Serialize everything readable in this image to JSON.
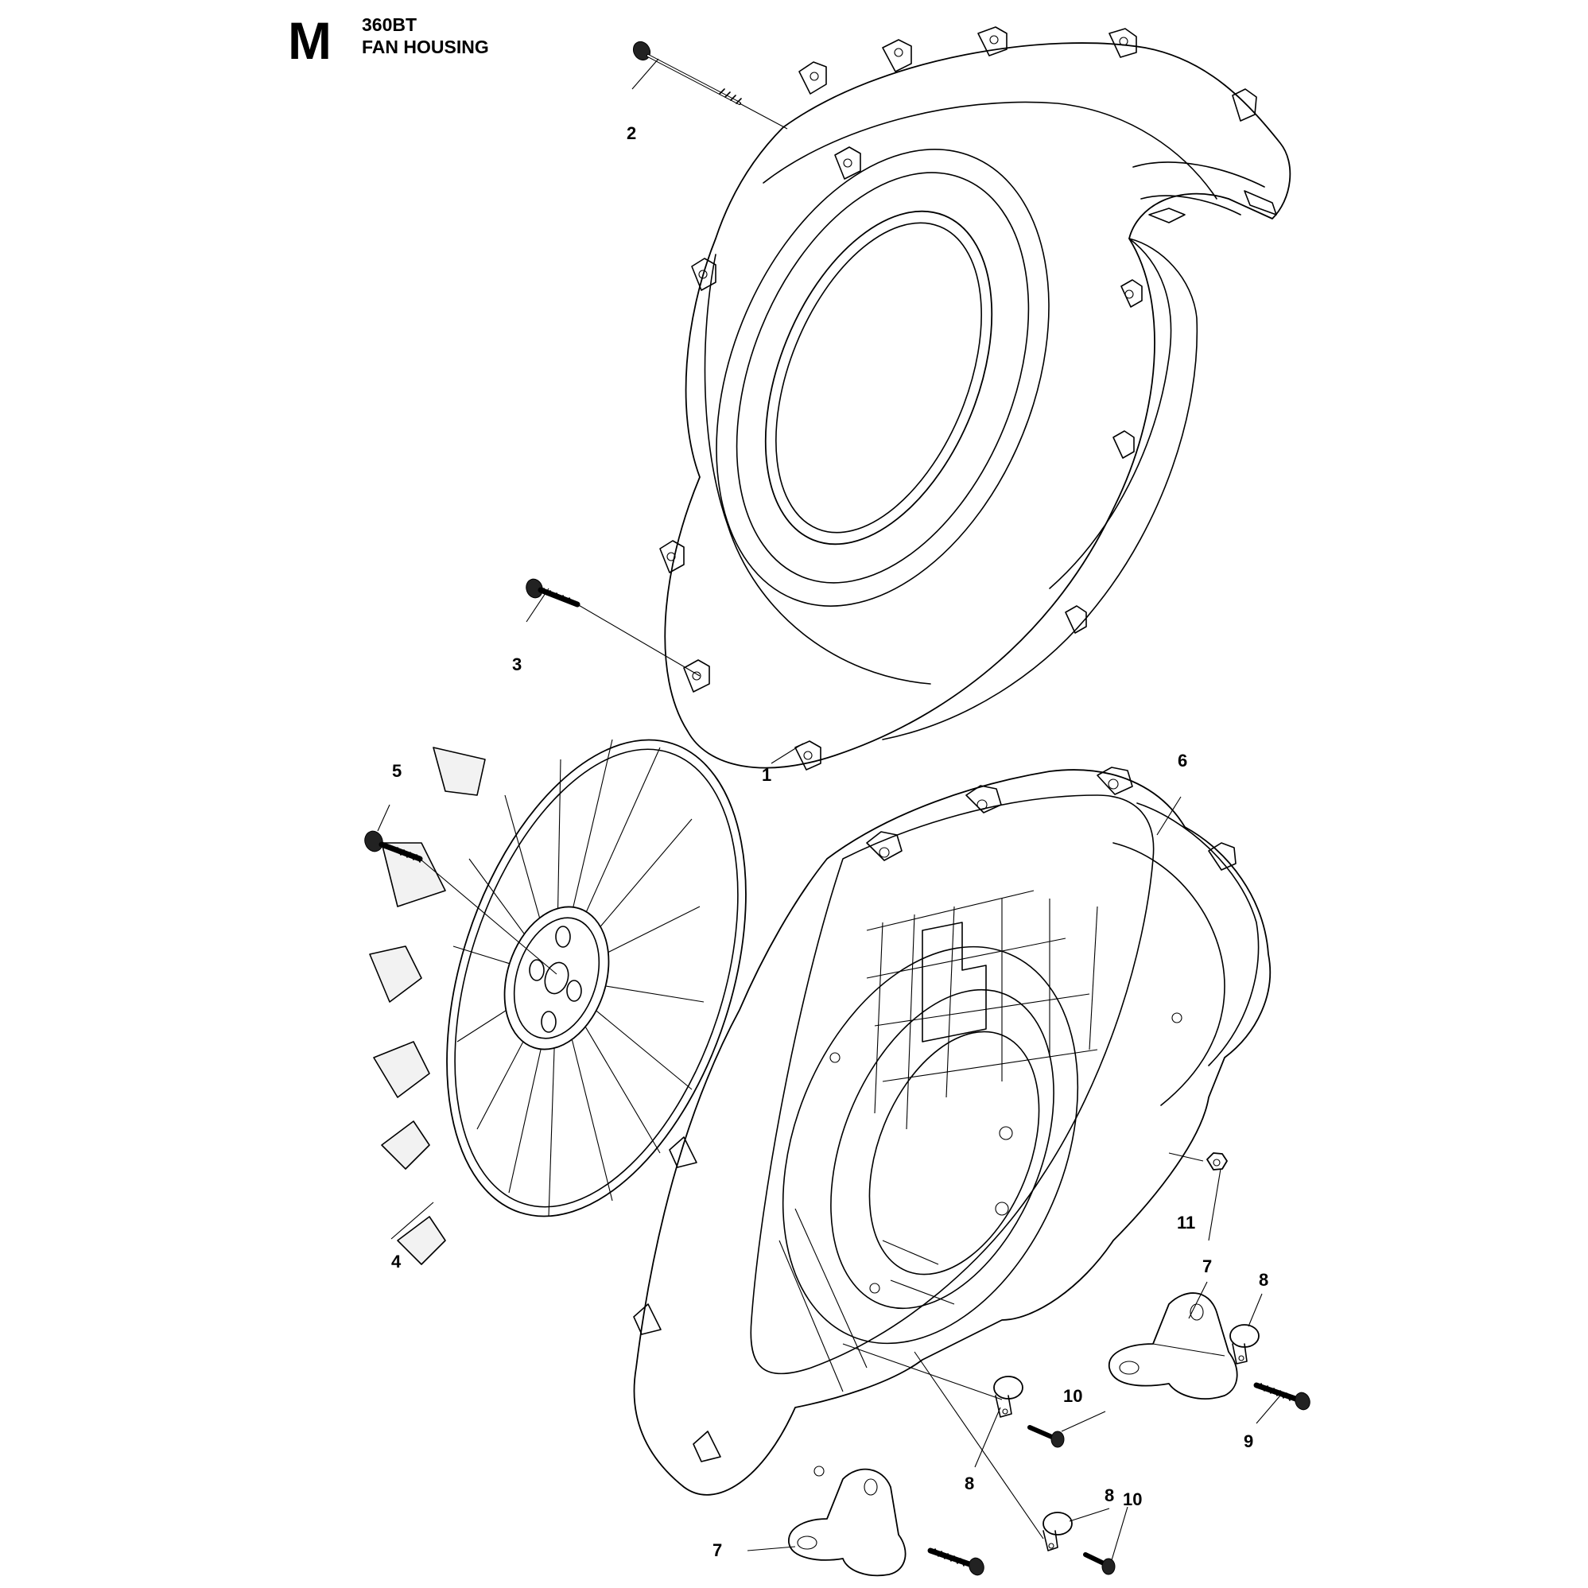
{
  "header": {
    "section_letter": "M",
    "model": "360BT",
    "title": "FAN HOUSING"
  },
  "callouts": [
    {
      "id": "c1",
      "label": "1"
    },
    {
      "id": "c2",
      "label": "2"
    },
    {
      "id": "c3",
      "label": "3"
    },
    {
      "id": "c4",
      "label": "4"
    },
    {
      "id": "c5",
      "label": "5"
    },
    {
      "id": "c6",
      "label": "6"
    },
    {
      "id": "c7a",
      "label": "7"
    },
    {
      "id": "c7b",
      "label": "7"
    },
    {
      "id": "c8a",
      "label": "8"
    },
    {
      "id": "c8b",
      "label": "8"
    },
    {
      "id": "c8c",
      "label": "8"
    },
    {
      "id": "c9",
      "label": "9"
    },
    {
      "id": "c10a",
      "label": "10"
    },
    {
      "id": "c10b",
      "label": "10"
    },
    {
      "id": "c11",
      "label": "11"
    }
  ]
}
